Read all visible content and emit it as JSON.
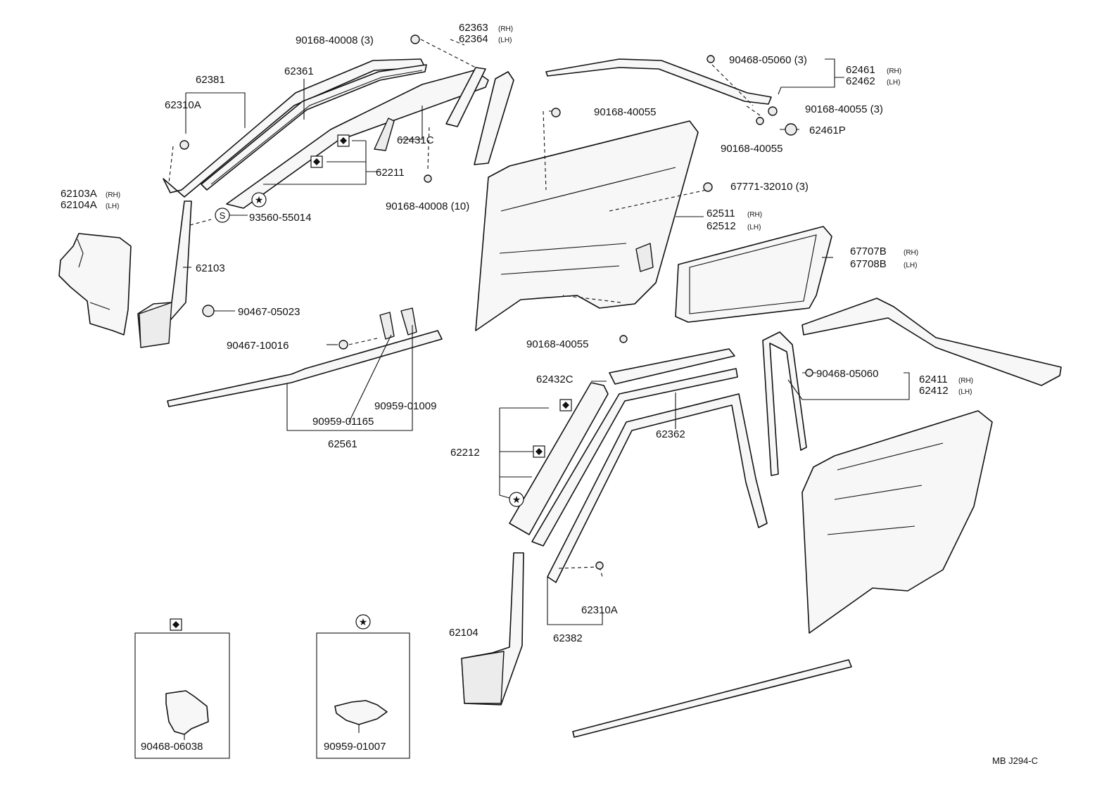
{
  "parts": {
    "p_90168_40008_3": "90168-40008 (3)",
    "p_62363": "62363",
    "p_62364": "62364",
    "p_62381": "62381",
    "p_62361": "62361",
    "p_62310A_top": "62310A",
    "p_62431C": "62431C",
    "p_62211": "62211",
    "p_90168_40008_10": "90168-40008 (10)",
    "p_62103A": "62103A",
    "p_62104A": "62104A",
    "p_93560_55014": "93560-55014",
    "p_62103": "62103",
    "p_90467_05023": "90467-05023",
    "p_90467_10016": "90467-10016",
    "p_90959_01009": "90959-01009",
    "p_90959_01165": "90959-01165",
    "p_62561": "62561",
    "p_90468_05060_3": "90468-05060 (3)",
    "p_62461": "62461",
    "p_62462": "62462",
    "p_90168_40055_top": "90168-40055",
    "p_90168_40055_3": "90168-40055 (3)",
    "p_62461P": "62461P",
    "p_90168_40055_mid": "90168-40055",
    "p_67771_32010": "67771-32010 (3)",
    "p_62511": "62511",
    "p_62512": "62512",
    "p_67707B": "67707B",
    "p_67708B": "67708B",
    "p_90168_40055_low": "90168-40055",
    "p_62432C": "62432C",
    "p_90468_05060": "90468-05060",
    "p_62411": "62411",
    "p_62412": "62412",
    "p_62212": "62212",
    "p_62362": "62362",
    "p_62310A_low": "62310A",
    "p_62382": "62382",
    "p_62104": "62104",
    "p_90468_06038": "90468-06038",
    "p_90959_01007": "90959-01007"
  },
  "side": {
    "rh": "(RH)",
    "lh": "(LH)",
    "rh_tight": "(RH)",
    "lh_tight": "(LH)"
  },
  "symbols": {
    "s": "S"
  },
  "footer": {
    "code": "MB  J294-C"
  }
}
